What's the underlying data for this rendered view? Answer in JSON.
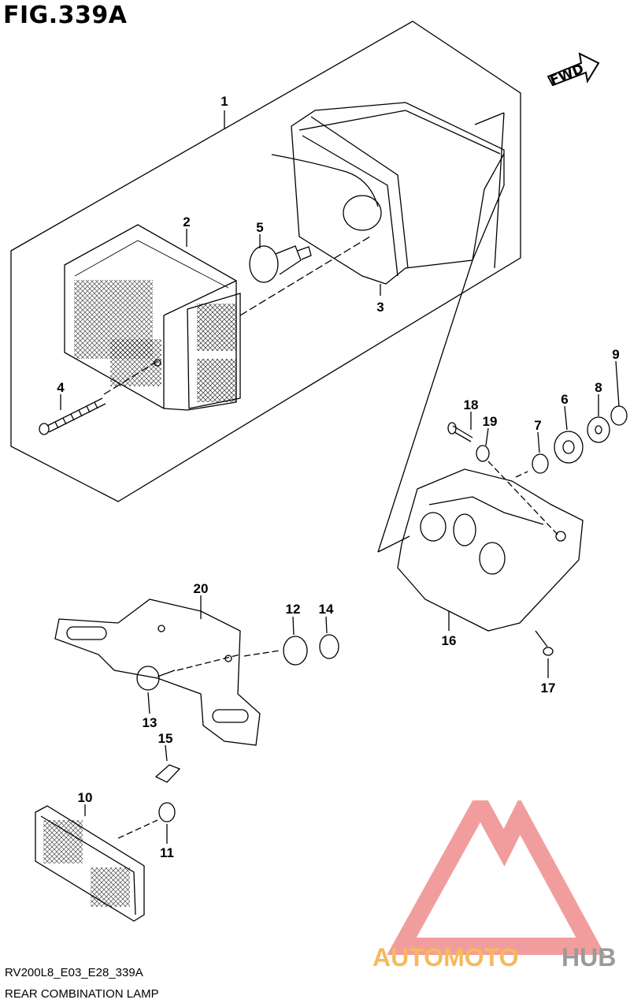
{
  "figure": {
    "title": "FIG.339A",
    "code": "RV200L8_E03_E28_339A",
    "caption": "REAR COMBINATION LAMP",
    "direction_label": "FWD"
  },
  "callouts": [
    {
      "id": "1",
      "label": "1"
    },
    {
      "id": "2",
      "label": "2"
    },
    {
      "id": "3",
      "label": "3"
    },
    {
      "id": "4",
      "label": "4"
    },
    {
      "id": "5",
      "label": "5"
    },
    {
      "id": "6",
      "label": "6"
    },
    {
      "id": "7",
      "label": "7"
    },
    {
      "id": "8",
      "label": "8"
    },
    {
      "id": "9",
      "label": "9"
    },
    {
      "id": "10",
      "label": "10"
    },
    {
      "id": "11",
      "label": "11"
    },
    {
      "id": "12",
      "label": "12"
    },
    {
      "id": "13",
      "label": "13"
    },
    {
      "id": "14",
      "label": "14"
    },
    {
      "id": "15",
      "label": "15"
    },
    {
      "id": "16",
      "label": "16"
    },
    {
      "id": "17",
      "label": "17"
    },
    {
      "id": "18",
      "label": "18"
    },
    {
      "id": "19",
      "label": "19"
    },
    {
      "id": "20",
      "label": "20"
    }
  ],
  "watermark": {
    "part1": "AUTOMOTO",
    "part2": "HUB",
    "colors": {
      "triangle": "#f08c8c",
      "auto": "#f6b95c",
      "hub": "#9a9a9a"
    }
  }
}
